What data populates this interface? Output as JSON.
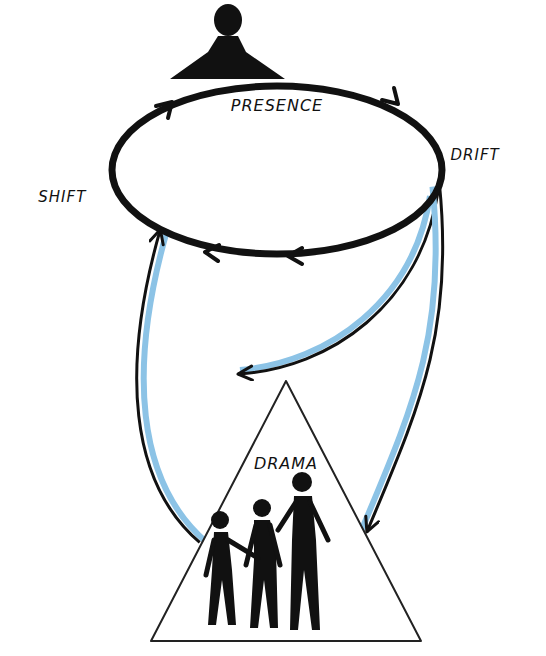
{
  "diagram": {
    "nodes": [
      {
        "text": [
          "PRESENCE"
        ]
      },
      {
        "text": [
          "DRAMA"
        ]
      }
    ],
    "edges": [
      {
        "from": 0,
        "to": 1,
        "arrow": "to",
        "label": "DRIFT"
      },
      {
        "from": 1,
        "to": 0,
        "arrow": "to",
        "label": "SHIFT"
      }
    ]
  }
}
